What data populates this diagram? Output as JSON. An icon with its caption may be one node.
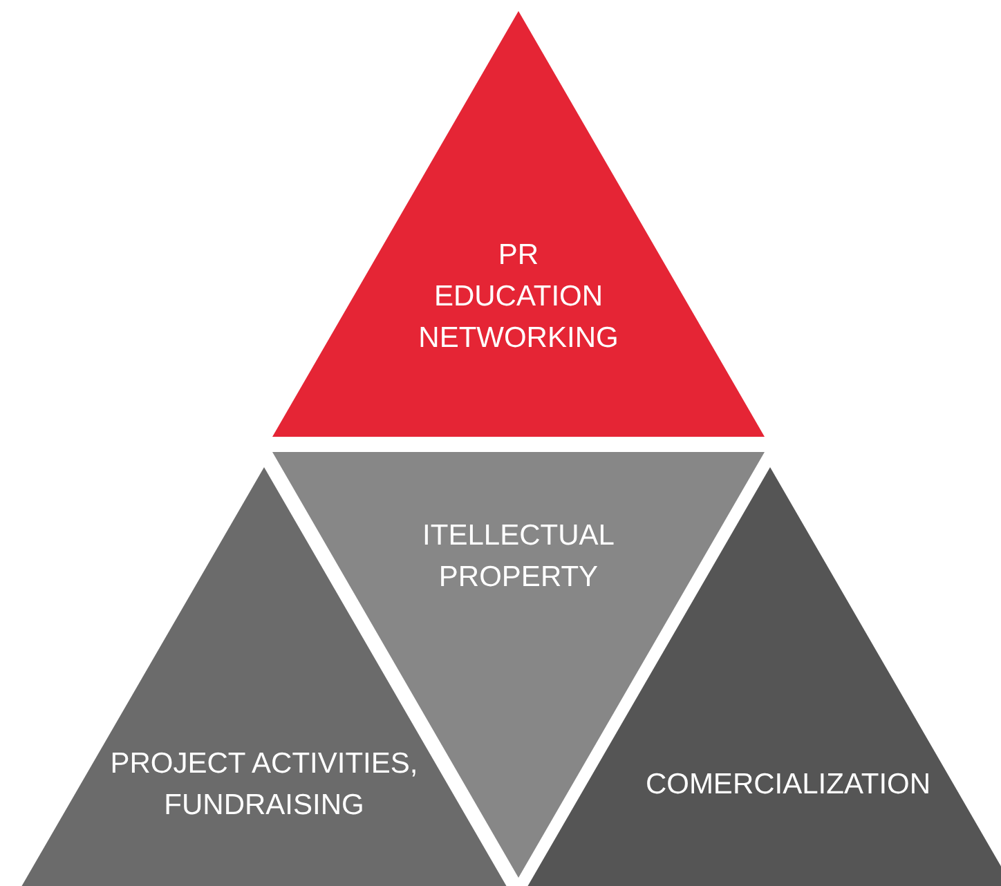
{
  "diagram": {
    "nodes": [
      {
        "text": [
          "PR",
          "EDUCATION",
          "NETWORKING"
        ]
      },
      {
        "text": [
          "ITELLECTUAL PROPERTY"
        ]
      },
      {
        "text": [
          "PROJECT ACTIVITIES, FUNDRAISING"
        ]
      },
      {
        "text": [
          "COMERCIALIZATION"
        ]
      }
    ]
  }
}
